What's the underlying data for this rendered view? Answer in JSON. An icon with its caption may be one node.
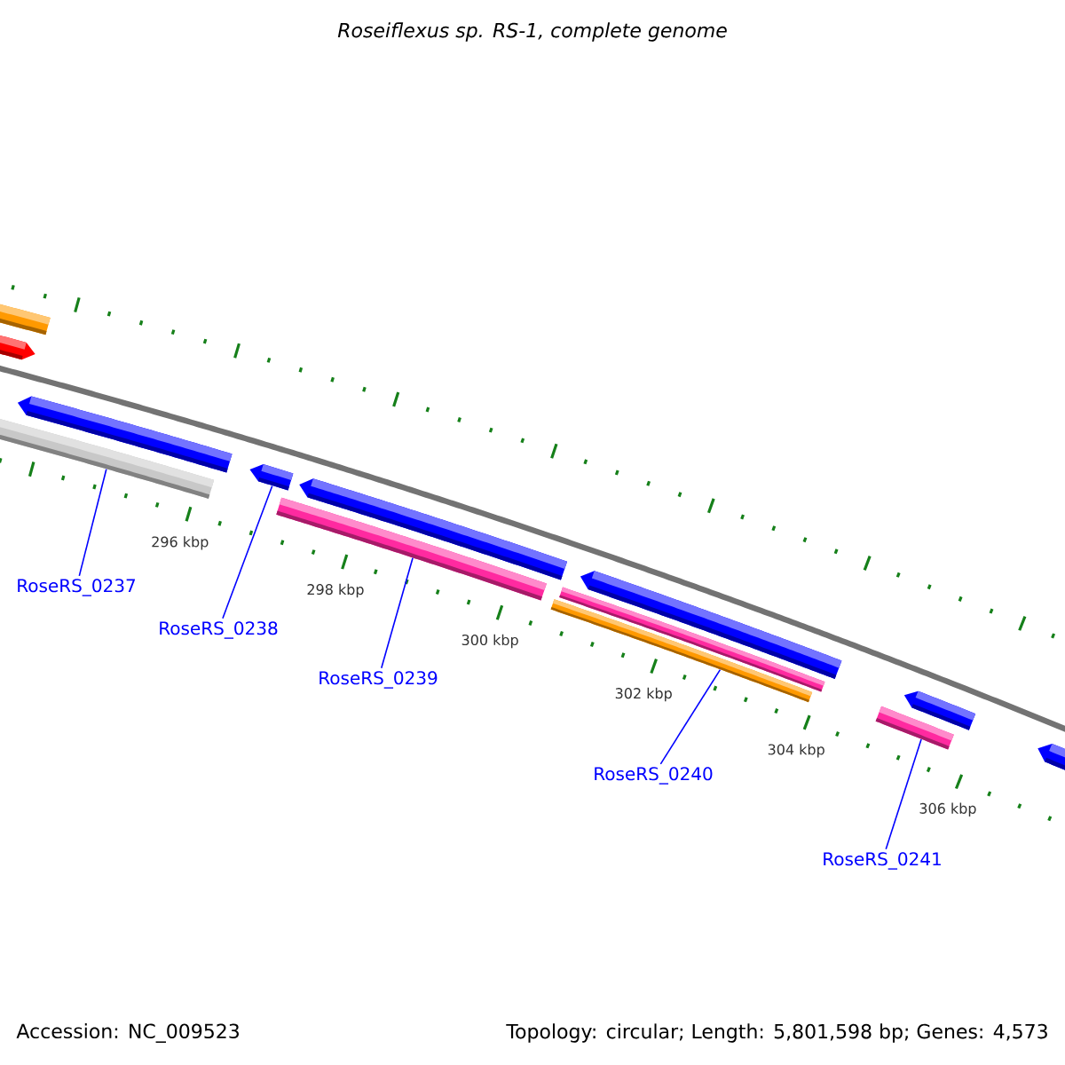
{
  "diagram": {
    "title": "Roseiflexus sp. RS-1, complete genome",
    "nodes": [
      {
        "text": [
          "RoseRS_0237"
        ]
      },
      {
        "text": [
          "RoseRS_0238"
        ]
      },
      {
        "text": [
          "RoseRS_0239"
        ]
      },
      {
        "text": [
          "RoseRS_0240"
        ]
      },
      {
        "text": [
          "RoseRS_0241"
        ]
      },
      {
        "text": [],
        "shape": "bar"
      },
      {
        "text": [],
        "shape": "arrow"
      },
      {
        "text": [],
        "shape": "bar"
      },
      {
        "text": [],
        "shape": "bar"
      },
      {
        "text": [],
        "shape": "bar"
      }
    ],
    "edges": [
      {
        "from": 0,
        "to": 5,
        "arrow": "none"
      },
      {
        "from": 1,
        "to": 6,
        "arrow": "none"
      },
      {
        "from": 2,
        "to": 7,
        "arrow": "none"
      },
      {
        "from": 3,
        "to": 8,
        "arrow": "none"
      },
      {
        "from": 4,
        "to": 9,
        "arrow": "none"
      }
    ],
    "labels": [
      "296 kbp",
      "298 kbp",
      "300 kbp",
      "302 kbp",
      "304 kbp",
      "306 kbp",
      "Accession: NC_009523",
      "Topology: circular; Length: 5,801,598 bp; Genes: 4,573"
    ]
  }
}
